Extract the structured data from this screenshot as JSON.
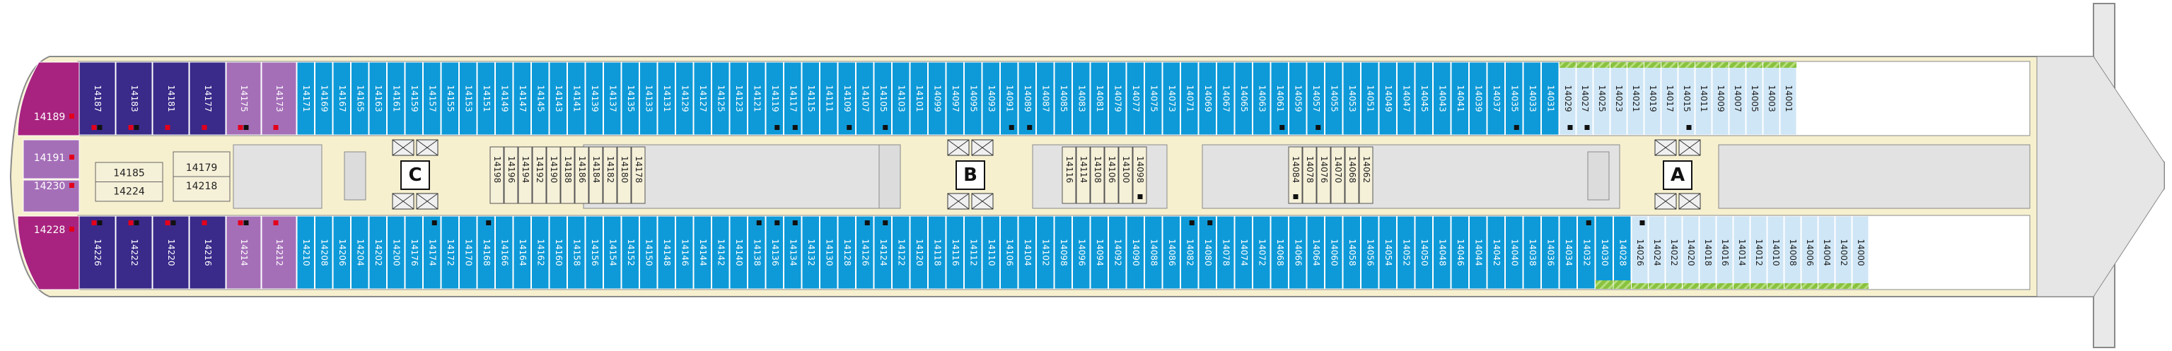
{
  "colors": {
    "hull": "#f6f0cf",
    "outline": "#8a8a8a",
    "corridor": "#dedede",
    "deck_bg": "#e6e6e6",
    "blue": "#0e9ad8",
    "blue_light": "#cfe6f6",
    "navy": "#3a2a8a",
    "lilac": "#a56fb8",
    "magenta": "#a8237f",
    "green": "#88c23f",
    "interior": "#f5f0d8",
    "label_dark": "#ffffff",
    "label_light": "#222222"
  },
  "stairwells": [
    {
      "id": "stair-c",
      "label": "C"
    },
    {
      "id": "stair-b",
      "label": "B"
    },
    {
      "id": "stair-a",
      "label": "A"
    }
  ],
  "aft_labels": [
    "14189",
    "14191",
    "14230",
    "14228"
  ],
  "aft_interior": [
    "14185",
    "14224",
    "14179",
    "14218"
  ],
  "top_cabins": [
    {
      "n": "14187",
      "t": "navy",
      "m": "red-dark"
    },
    {
      "n": "14183",
      "t": "navy",
      "m": "red-dark"
    },
    {
      "n": "14181",
      "t": "navy",
      "m": "red"
    },
    {
      "n": "14177",
      "t": "navy",
      "m": "red"
    },
    {
      "n": "14175",
      "t": "lilac",
      "m": "red-dark"
    },
    {
      "n": "14173",
      "t": "lilac",
      "m": "red"
    },
    {
      "n": "14171",
      "t": "blue"
    },
    {
      "n": "14169",
      "t": "blue"
    },
    {
      "n": "14167",
      "t": "blue"
    },
    {
      "n": "14165",
      "t": "blue"
    },
    {
      "n": "14163",
      "t": "blue"
    },
    {
      "n": "14161",
      "t": "blue"
    },
    {
      "n": "14159",
      "t": "blue"
    },
    {
      "n": "14157",
      "t": "blue"
    },
    {
      "n": "14155",
      "t": "blue"
    },
    {
      "n": "14153",
      "t": "blue"
    },
    {
      "n": "14151",
      "t": "blue"
    },
    {
      "n": "14149",
      "t": "blue"
    },
    {
      "n": "14147",
      "t": "blue"
    },
    {
      "n": "14145",
      "t": "blue"
    },
    {
      "n": "14143",
      "t": "blue"
    },
    {
      "n": "14141",
      "t": "blue"
    },
    {
      "n": "14139",
      "t": "blue"
    },
    {
      "n": "14137",
      "t": "blue"
    },
    {
      "n": "14135",
      "t": "blue"
    },
    {
      "n": "14133",
      "t": "blue"
    },
    {
      "n": "14131",
      "t": "blue"
    },
    {
      "n": "14129",
      "t": "blue"
    },
    {
      "n": "14127",
      "t": "blue"
    },
    {
      "n": "14125",
      "t": "blue"
    },
    {
      "n": "14123",
      "t": "blue"
    },
    {
      "n": "14121",
      "t": "blue"
    },
    {
      "n": "14119",
      "t": "blue",
      "m": "dark"
    },
    {
      "n": "14117",
      "t": "blue",
      "m": "dark"
    },
    {
      "n": "14115",
      "t": "blue"
    },
    {
      "n": "14111",
      "t": "blue"
    },
    {
      "n": "14109",
      "t": "blue",
      "m": "dark"
    },
    {
      "n": "14107",
      "t": "blue"
    },
    {
      "n": "14105",
      "t": "blue",
      "m": "dark"
    },
    {
      "n": "14103",
      "t": "blue"
    },
    {
      "n": "14101",
      "t": "blue"
    },
    {
      "n": "14099",
      "t": "blue"
    },
    {
      "n": "14097",
      "t": "blue"
    },
    {
      "n": "14095",
      "t": "blue"
    },
    {
      "n": "14093",
      "t": "blue"
    },
    {
      "n": "14091",
      "t": "blue",
      "m": "dark"
    },
    {
      "n": "14089",
      "t": "blue",
      "m": "dark"
    },
    {
      "n": "14087",
      "t": "blue"
    },
    {
      "n": "14085",
      "t": "blue"
    },
    {
      "n": "14083",
      "t": "blue"
    },
    {
      "n": "14081",
      "t": "blue"
    },
    {
      "n": "14079",
      "t": "blue"
    },
    {
      "n": "14077",
      "t": "blue"
    },
    {
      "n": "14075",
      "t": "blue"
    },
    {
      "n": "14073",
      "t": "blue"
    },
    {
      "n": "14071",
      "t": "blue"
    },
    {
      "n": "14069",
      "t": "blue"
    },
    {
      "n": "14067",
      "t": "blue"
    },
    {
      "n": "14065",
      "t": "blue"
    },
    {
      "n": "14063",
      "t": "blue"
    },
    {
      "n": "14061",
      "t": "blue",
      "m": "dark"
    },
    {
      "n": "14059",
      "t": "blue"
    },
    {
      "n": "14057",
      "t": "blue",
      "m": "dark"
    },
    {
      "n": "14055",
      "t": "blue"
    },
    {
      "n": "14053",
      "t": "blue"
    },
    {
      "n": "14051",
      "t": "blue"
    },
    {
      "n": "14049",
      "t": "blue"
    },
    {
      "n": "14047",
      "t": "blue"
    },
    {
      "n": "14045",
      "t": "blue"
    },
    {
      "n": "14043",
      "t": "blue"
    },
    {
      "n": "14041",
      "t": "blue"
    },
    {
      "n": "14039",
      "t": "blue"
    },
    {
      "n": "14037",
      "t": "blue"
    },
    {
      "n": "14035",
      "t": "blue",
      "m": "dark"
    },
    {
      "n": "14033",
      "t": "blue"
    },
    {
      "n": "14031",
      "t": "blue"
    },
    {
      "n": "14029",
      "t": "light",
      "m": "dark"
    },
    {
      "n": "14027",
      "t": "light",
      "m": "dark"
    },
    {
      "n": "14025",
      "t": "light"
    },
    {
      "n": "14023",
      "t": "light"
    },
    {
      "n": "14021",
      "t": "light"
    },
    {
      "n": "14019",
      "t": "light"
    },
    {
      "n": "14017",
      "t": "light"
    },
    {
      "n": "14015",
      "t": "light",
      "m": "dark"
    },
    {
      "n": "14011",
      "t": "light"
    },
    {
      "n": "14009",
      "t": "light"
    },
    {
      "n": "14007",
      "t": "light"
    },
    {
      "n": "14005",
      "t": "light"
    },
    {
      "n": "14003",
      "t": "light"
    },
    {
      "n": "14001",
      "t": "light"
    }
  ],
  "bottom_cabins": [
    {
      "n": "14226",
      "t": "navy",
      "m": "red-dark"
    },
    {
      "n": "14222",
      "t": "navy",
      "m": "red-dark"
    },
    {
      "n": "14220",
      "t": "navy",
      "m": "red-dark"
    },
    {
      "n": "14216",
      "t": "navy",
      "m": "red"
    },
    {
      "n": "14214",
      "t": "lilac",
      "m": "red-dark"
    },
    {
      "n": "14212",
      "t": "lilac",
      "m": "red"
    },
    {
      "n": "14210",
      "t": "blue"
    },
    {
      "n": "14208",
      "t": "blue"
    },
    {
      "n": "14206",
      "t": "blue"
    },
    {
      "n": "14204",
      "t": "blue"
    },
    {
      "n": "14202",
      "t": "blue"
    },
    {
      "n": "14200",
      "t": "blue"
    },
    {
      "n": "14176",
      "t": "blue"
    },
    {
      "n": "14174",
      "t": "blue",
      "m": "dark"
    },
    {
      "n": "14172",
      "t": "blue"
    },
    {
      "n": "14170",
      "t": "blue"
    },
    {
      "n": "14168",
      "t": "blue",
      "m": "dark"
    },
    {
      "n": "14166",
      "t": "blue"
    },
    {
      "n": "14164",
      "t": "blue"
    },
    {
      "n": "14162",
      "t": "blue"
    },
    {
      "n": "14160",
      "t": "blue"
    },
    {
      "n": "14158",
      "t": "blue"
    },
    {
      "n": "14156",
      "t": "blue"
    },
    {
      "n": "14154",
      "t": "blue"
    },
    {
      "n": "14152",
      "t": "blue"
    },
    {
      "n": "14150",
      "t": "blue"
    },
    {
      "n": "14148",
      "t": "blue"
    },
    {
      "n": "14146",
      "t": "blue"
    },
    {
      "n": "14144",
      "t": "blue"
    },
    {
      "n": "14142",
      "t": "blue"
    },
    {
      "n": "14140",
      "t": "blue"
    },
    {
      "n": "14138",
      "t": "blue",
      "m": "dark"
    },
    {
      "n": "14136",
      "t": "blue",
      "m": "dark"
    },
    {
      "n": "14134",
      "t": "blue",
      "m": "dark"
    },
    {
      "n": "14132",
      "t": "blue"
    },
    {
      "n": "14130",
      "t": "blue"
    },
    {
      "n": "14128",
      "t": "blue"
    },
    {
      "n": "14126",
      "t": "blue",
      "m": "dark"
    },
    {
      "n": "14124",
      "t": "blue",
      "m": "dark"
    },
    {
      "n": "14122",
      "t": "blue"
    },
    {
      "n": "14120",
      "t": "blue"
    },
    {
      "n": "14118",
      "t": "blue"
    },
    {
      "n": "14116",
      "t": "blue"
    },
    {
      "n": "14112",
      "t": "blue"
    },
    {
      "n": "14110",
      "t": "blue"
    },
    {
      "n": "14106",
      "t": "blue"
    },
    {
      "n": "14104",
      "t": "blue"
    },
    {
      "n": "14102",
      "t": "blue"
    },
    {
      "n": "14098",
      "t": "blue"
    },
    {
      "n": "14096",
      "t": "blue"
    },
    {
      "n": "14094",
      "t": "blue"
    },
    {
      "n": "14092",
      "t": "blue"
    },
    {
      "n": "14090",
      "t": "blue"
    },
    {
      "n": "14088",
      "t": "blue"
    },
    {
      "n": "14086",
      "t": "blue"
    },
    {
      "n": "14082",
      "t": "blue",
      "m": "dark"
    },
    {
      "n": "14080",
      "t": "blue",
      "m": "dark"
    },
    {
      "n": "14078",
      "t": "blue"
    },
    {
      "n": "14074",
      "t": "blue"
    },
    {
      "n": "14072",
      "t": "blue"
    },
    {
      "n": "14068",
      "t": "blue"
    },
    {
      "n": "14066",
      "t": "blue"
    },
    {
      "n": "14064",
      "t": "blue"
    },
    {
      "n": "14060",
      "t": "blue"
    },
    {
      "n": "14058",
      "t": "blue"
    },
    {
      "n": "14056",
      "t": "blue"
    },
    {
      "n": "14054",
      "t": "blue"
    },
    {
      "n": "14052",
      "t": "blue"
    },
    {
      "n": "14050",
      "t": "blue"
    },
    {
      "n": "14048",
      "t": "blue"
    },
    {
      "n": "14046",
      "t": "blue"
    },
    {
      "n": "14044",
      "t": "blue"
    },
    {
      "n": "14042",
      "t": "blue"
    },
    {
      "n": "14040",
      "t": "blue"
    },
    {
      "n": "14038",
      "t": "blue"
    },
    {
      "n": "14036",
      "t": "blue"
    },
    {
      "n": "14034",
      "t": "blue"
    },
    {
      "n": "14032",
      "t": "blue",
      "m": "dark"
    },
    {
      "n": "14030",
      "t": "blue"
    },
    {
      "n": "14028",
      "t": "blue"
    },
    {
      "n": "14026",
      "t": "light",
      "m": "dark"
    },
    {
      "n": "14024",
      "t": "light"
    },
    {
      "n": "14022",
      "t": "light"
    },
    {
      "n": "14020",
      "t": "light"
    },
    {
      "n": "14018",
      "t": "light"
    },
    {
      "n": "14016",
      "t": "light"
    },
    {
      "n": "14014",
      "t": "light"
    },
    {
      "n": "14012",
      "t": "light"
    },
    {
      "n": "14010",
      "t": "light"
    },
    {
      "n": "14008",
      "t": "light"
    },
    {
      "n": "14006",
      "t": "light"
    },
    {
      "n": "14004",
      "t": "light"
    },
    {
      "n": "14002",
      "t": "light"
    },
    {
      "n": "14000",
      "t": "light"
    }
  ],
  "inner_cabins": [
    {
      "n": "14198"
    },
    {
      "n": "14196"
    },
    {
      "n": "14194"
    },
    {
      "n": "14192"
    },
    {
      "n": "14190"
    },
    {
      "n": "14188"
    },
    {
      "n": "14186"
    },
    {
      "n": "14184"
    },
    {
      "n": "14182"
    },
    {
      "n": "14180"
    },
    {
      "n": "14178"
    },
    {
      "n": "14116"
    },
    {
      "n": "14114"
    },
    {
      "n": "14108"
    },
    {
      "n": "14106"
    },
    {
      "n": "14100"
    },
    {
      "n": "14098",
      "m": "dark"
    },
    {
      "n": "14084",
      "m": "dark"
    },
    {
      "n": "14078"
    },
    {
      "n": "14076"
    },
    {
      "n": "14070"
    },
    {
      "n": "14068"
    },
    {
      "n": "14062"
    }
  ]
}
